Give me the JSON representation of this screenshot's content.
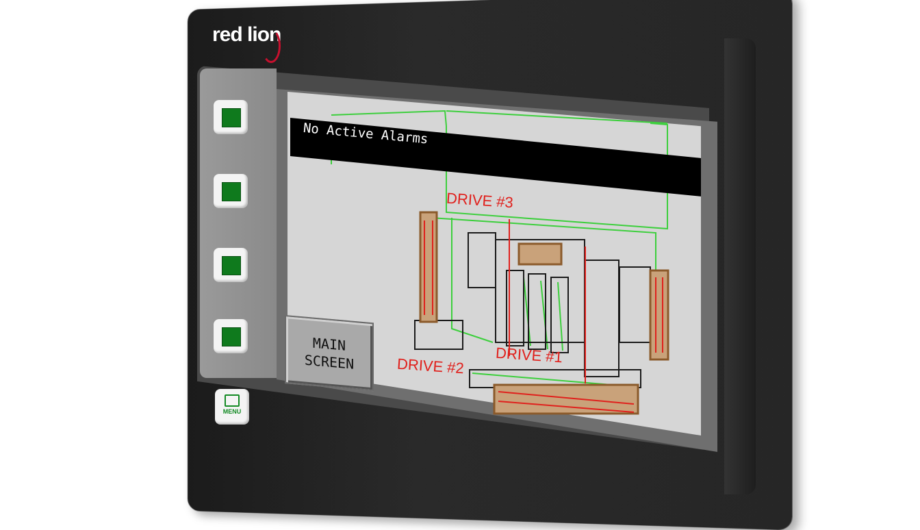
{
  "device": {
    "brand_logo": "red lion",
    "menu_key_label": "MENU"
  },
  "screen": {
    "alarm_banner": "No Active Alarms",
    "main_button_line1": "MAIN",
    "main_button_line2": "SCREEN",
    "drive_labels": [
      "DRIVE #3",
      "DRIVE #1",
      "DRIVE #2"
    ]
  },
  "soft_keys": [
    {
      "name": "soft-key-1",
      "icon": "green-led-square"
    },
    {
      "name": "soft-key-2",
      "icon": "green-led-square"
    },
    {
      "name": "soft-key-3",
      "icon": "green-led-square"
    },
    {
      "name": "soft-key-4",
      "icon": "green-led-square"
    }
  ],
  "colors": {
    "bezel": "#262626",
    "screen_bg": "#d6d6d6",
    "alarm_bar": "#000000",
    "drive_label": "#e0201c",
    "led_green": "#0f7a1d",
    "line_green": "#3ccf3c"
  }
}
